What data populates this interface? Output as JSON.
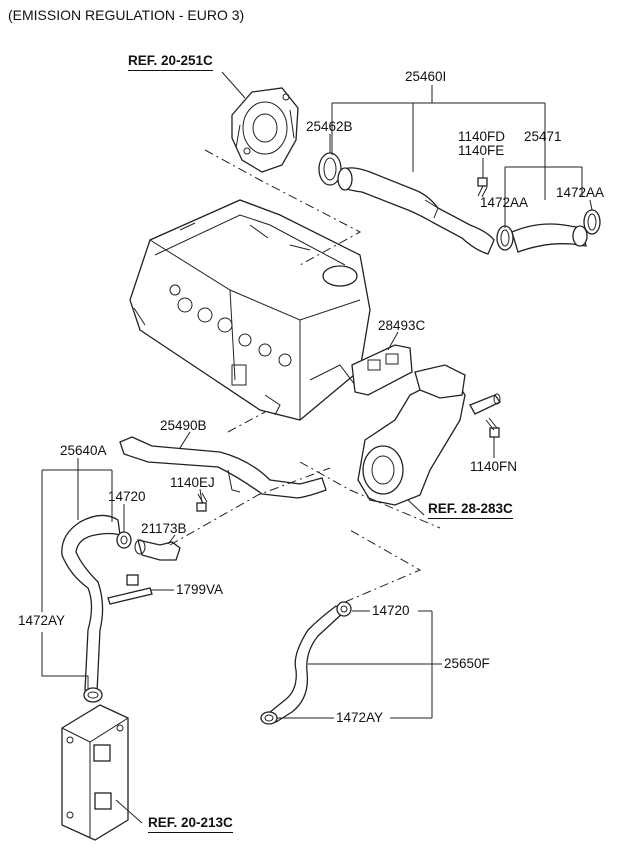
{
  "header": "(EMISSION REGULATION - EURO 3)",
  "refs": {
    "r1": "REF. 20-251C",
    "r2": "REF. 28-283C",
    "r3": "REF. 20-213C"
  },
  "parts": {
    "p25460I": "25460I",
    "p25462B": "25462B",
    "p1140FD": "1140FD",
    "p1140FE": "1140FE",
    "p25471": "25471",
    "p1472AA_a": "1472AA",
    "p1472AA_b": "1472AA",
    "p28493C": "28493C",
    "p25490B": "25490B",
    "p25640A": "25640A",
    "p14720_a": "14720",
    "p1140EJ": "1140EJ",
    "p21173B": "21173B",
    "p1799VA": "1799VA",
    "p1140FN": "1140FN",
    "p1472AY_a": "1472AY",
    "p14720_b": "14720",
    "p25650F": "25650F",
    "p1472AY_b": "1472AY"
  }
}
